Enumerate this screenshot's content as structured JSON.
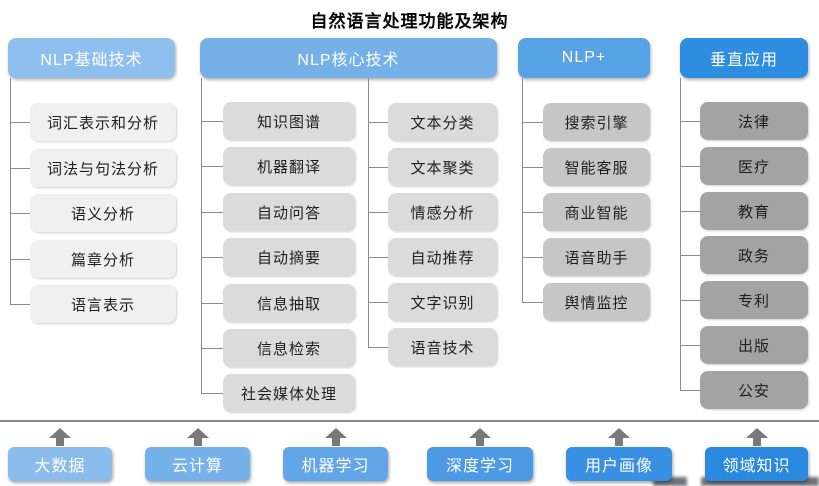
{
  "title": "自然语言处理功能及架构",
  "colors": {
    "line": "#8c8c8c",
    "arrow": "#7a7a7a",
    "separator": "#8a8a8a"
  },
  "columns": [
    {
      "header": "NLP基础技术",
      "header_color": "#8FBFEE",
      "item_color": "#F0F0F0",
      "groups": [
        [
          "词汇表示和分析",
          "词法与句法分析",
          "语义分析",
          "篇章分析",
          "语言表示"
        ]
      ]
    },
    {
      "header": "NLP核心技术",
      "header_color": "#76B0E9",
      "item_color": "#DBDBDB",
      "groups": [
        [
          "知识图谱",
          "机器翻译",
          "自动问答",
          "自动摘要",
          "信息抽取",
          "信息检索",
          "社会媒体处理"
        ],
        [
          "文本分类",
          "文本聚类",
          "情感分析",
          "自动推荐",
          "文字识别",
          "语音技术"
        ]
      ]
    },
    {
      "header": "NLP+",
      "header_color": "#57A1E5",
      "item_color": "#C6C6C6",
      "groups": [
        [
          "搜索引擎",
          "智能客服",
          "商业智能",
          "语音助手",
          "舆情监控"
        ]
      ]
    },
    {
      "header": "垂直应用",
      "header_color": "#2F8DE1",
      "item_color": "#A3A3A3",
      "groups": [
        [
          "法律",
          "医疗",
          "教育",
          "政务",
          "专利",
          "出版",
          "公安"
        ]
      ]
    }
  ],
  "foundation": [
    {
      "label": "大数据",
      "color": "#8ABCEC"
    },
    {
      "label": "云计算",
      "color": "#76B1EA"
    },
    {
      "label": "机器学习",
      "color": "#62A6E7"
    },
    {
      "label": "深度学习",
      "color": "#4D9AE4"
    },
    {
      "label": "用户画像",
      "color": "#3990E2"
    },
    {
      "label": "领域知识",
      "color": "#2B89DF"
    }
  ]
}
